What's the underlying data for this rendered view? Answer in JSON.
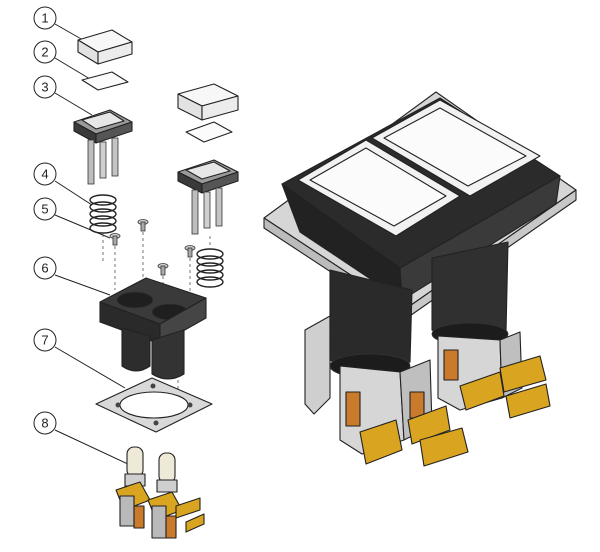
{
  "callouts": [
    {
      "id": "1",
      "label": "1",
      "part": "lens-cap"
    },
    {
      "id": "2",
      "label": "2",
      "part": "legend-film"
    },
    {
      "id": "3",
      "label": "3",
      "part": "plunger-housing"
    },
    {
      "id": "4",
      "label": "4",
      "part": "spring"
    },
    {
      "id": "5",
      "label": "5",
      "part": "screw"
    },
    {
      "id": "6",
      "label": "6",
      "part": "switch-body"
    },
    {
      "id": "7",
      "label": "7",
      "part": "mounting-gasket"
    },
    {
      "id": "8",
      "label": "8",
      "part": "contact-block-with-lamp"
    }
  ],
  "colors": {
    "black_plastic": "#2b2b2b",
    "lens_white": "#f4f4f4",
    "metal_grey": "#c8c8c8",
    "brass": "#d9a520",
    "copper": "#c97a2a",
    "lamp_glass": "#efe9d8"
  }
}
